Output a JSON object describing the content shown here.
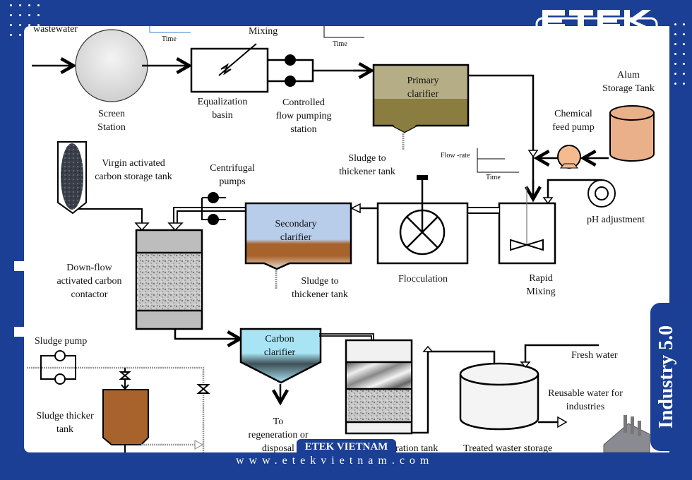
{
  "brand": {
    "logo_text": "ETEK",
    "pill_label": "ETEK VIETNAM",
    "website": "www.etekvietnam.com",
    "side_tab": "Industry 5.0",
    "primary_color": "#1a3f94"
  },
  "labels": {
    "wastewater": "wastewater",
    "time_1": "Time",
    "time_2": "Time",
    "time_3": "Time",
    "flow_rate": "Flow -rate",
    "mixing": "Mixing",
    "screen_station": [
      "Screen",
      "Station"
    ],
    "equalization_basin": [
      "Equalization",
      "basin"
    ],
    "controlled_flow": [
      "Controlled",
      "flow pumping",
      "station"
    ],
    "primary_clarifier": [
      "Primary",
      "clarifier"
    ],
    "alum_storage": [
      "Alum",
      "Storage Tank"
    ],
    "chemical_feed_pump": [
      "Chemical",
      "feed pump"
    ],
    "sludge_to_thickener_1": [
      "Sludge to",
      "thickener tank"
    ],
    "virgin_carbon": [
      "Virgin activated",
      "carbon storage tank"
    ],
    "centrifugal_pumps": [
      "Centrifugal",
      "pumps"
    ],
    "secondary_clarifier": [
      "Secondary",
      "clarifier"
    ],
    "sludge_to_thickener_2": [
      "Sludge to",
      "thickener tank"
    ],
    "flocculation": "Flocculation",
    "rapid_mixing": [
      "Rapid",
      "Mixing"
    ],
    "ph_adjustment": "pH adjustment",
    "downflow_contactor": [
      "Down-flow",
      "activated carbon",
      "contactor"
    ],
    "sludge_pump": "Sludge pump",
    "sludge_thicker_tank": [
      "Sludge thicker",
      "tank"
    ],
    "carbon_clarifier": [
      "Carbon",
      "clarifier"
    ],
    "to_regeneration": [
      "To",
      "regeneration or",
      "disposal"
    ],
    "filtration_tank": "ration tank",
    "fresh_water": "Fresh water",
    "reusable_water": [
      "Reusable water for",
      "industries"
    ],
    "treated_storage": "Treated waster storage"
  },
  "colors": {
    "primary_clarifier_top": "#b5ad85",
    "primary_clarifier_bottom": "#8a7d3f",
    "alum_tank": "#eab089",
    "secondary_clarifier_top": "#b7cdea",
    "secondary_clarifier_sludge": "#a8622b",
    "carbon_clarifier": "#a8e4f4",
    "sludge_thicker_tank": "#a8622b",
    "contactor_grey": "#bdbdbd"
  }
}
